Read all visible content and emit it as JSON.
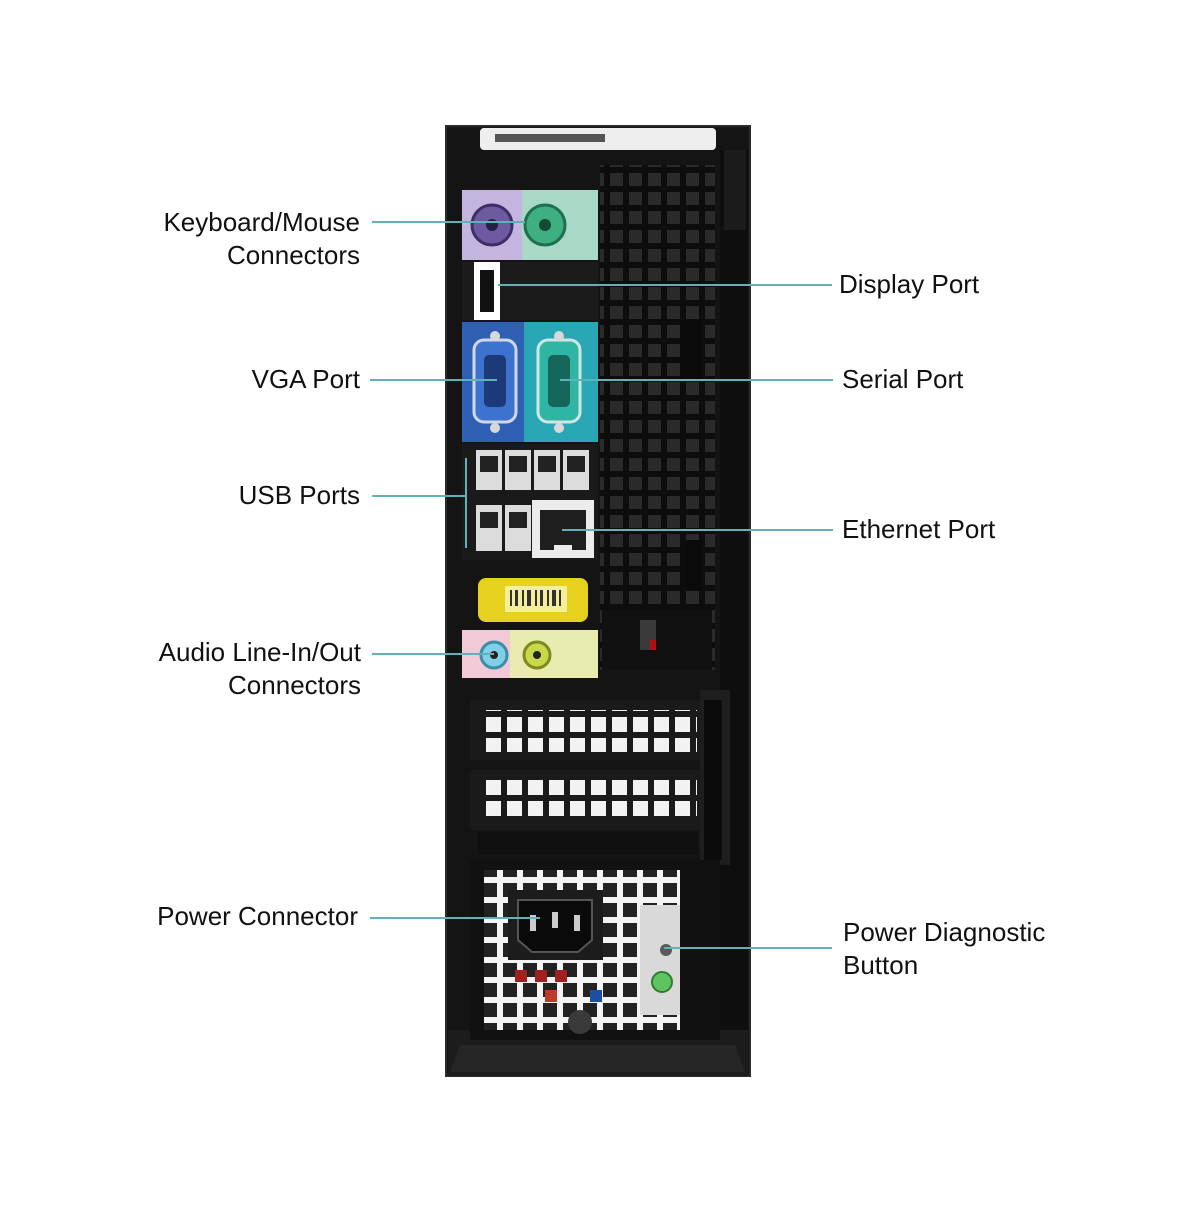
{
  "callouts": {
    "keyboard_mouse": "Keyboard/Mouse\nConnectors",
    "display_port": "Display Port",
    "vga_port": "VGA Port",
    "serial_port": "Serial Port",
    "usb_ports": "USB Ports",
    "ethernet_port": "Ethernet Port",
    "audio": "Audio Line-In/Out\nConnectors",
    "power_connector": "Power Connector",
    "power_diagnostic": "Power Diagnostic\nButton"
  },
  "colors": {
    "callout_line": "#5fb3b8",
    "chassis": "#151515",
    "ps2_keyboard": "#b9a7d6",
    "ps2_mouse": "#8fd3b3",
    "vga": "#2f5fb3",
    "serial": "#2aa7b5",
    "audio_panel": "#e8ecb0",
    "barcode_sticker": "#e6d21e"
  },
  "icons": [
    "ps2-keyboard-icon",
    "ps2-mouse-icon",
    "displayport-icon",
    "vga-icon",
    "serial-icon",
    "usb-icon",
    "ethernet-icon",
    "audio-jack-icon",
    "power-socket-icon",
    "power-button-icon"
  ]
}
